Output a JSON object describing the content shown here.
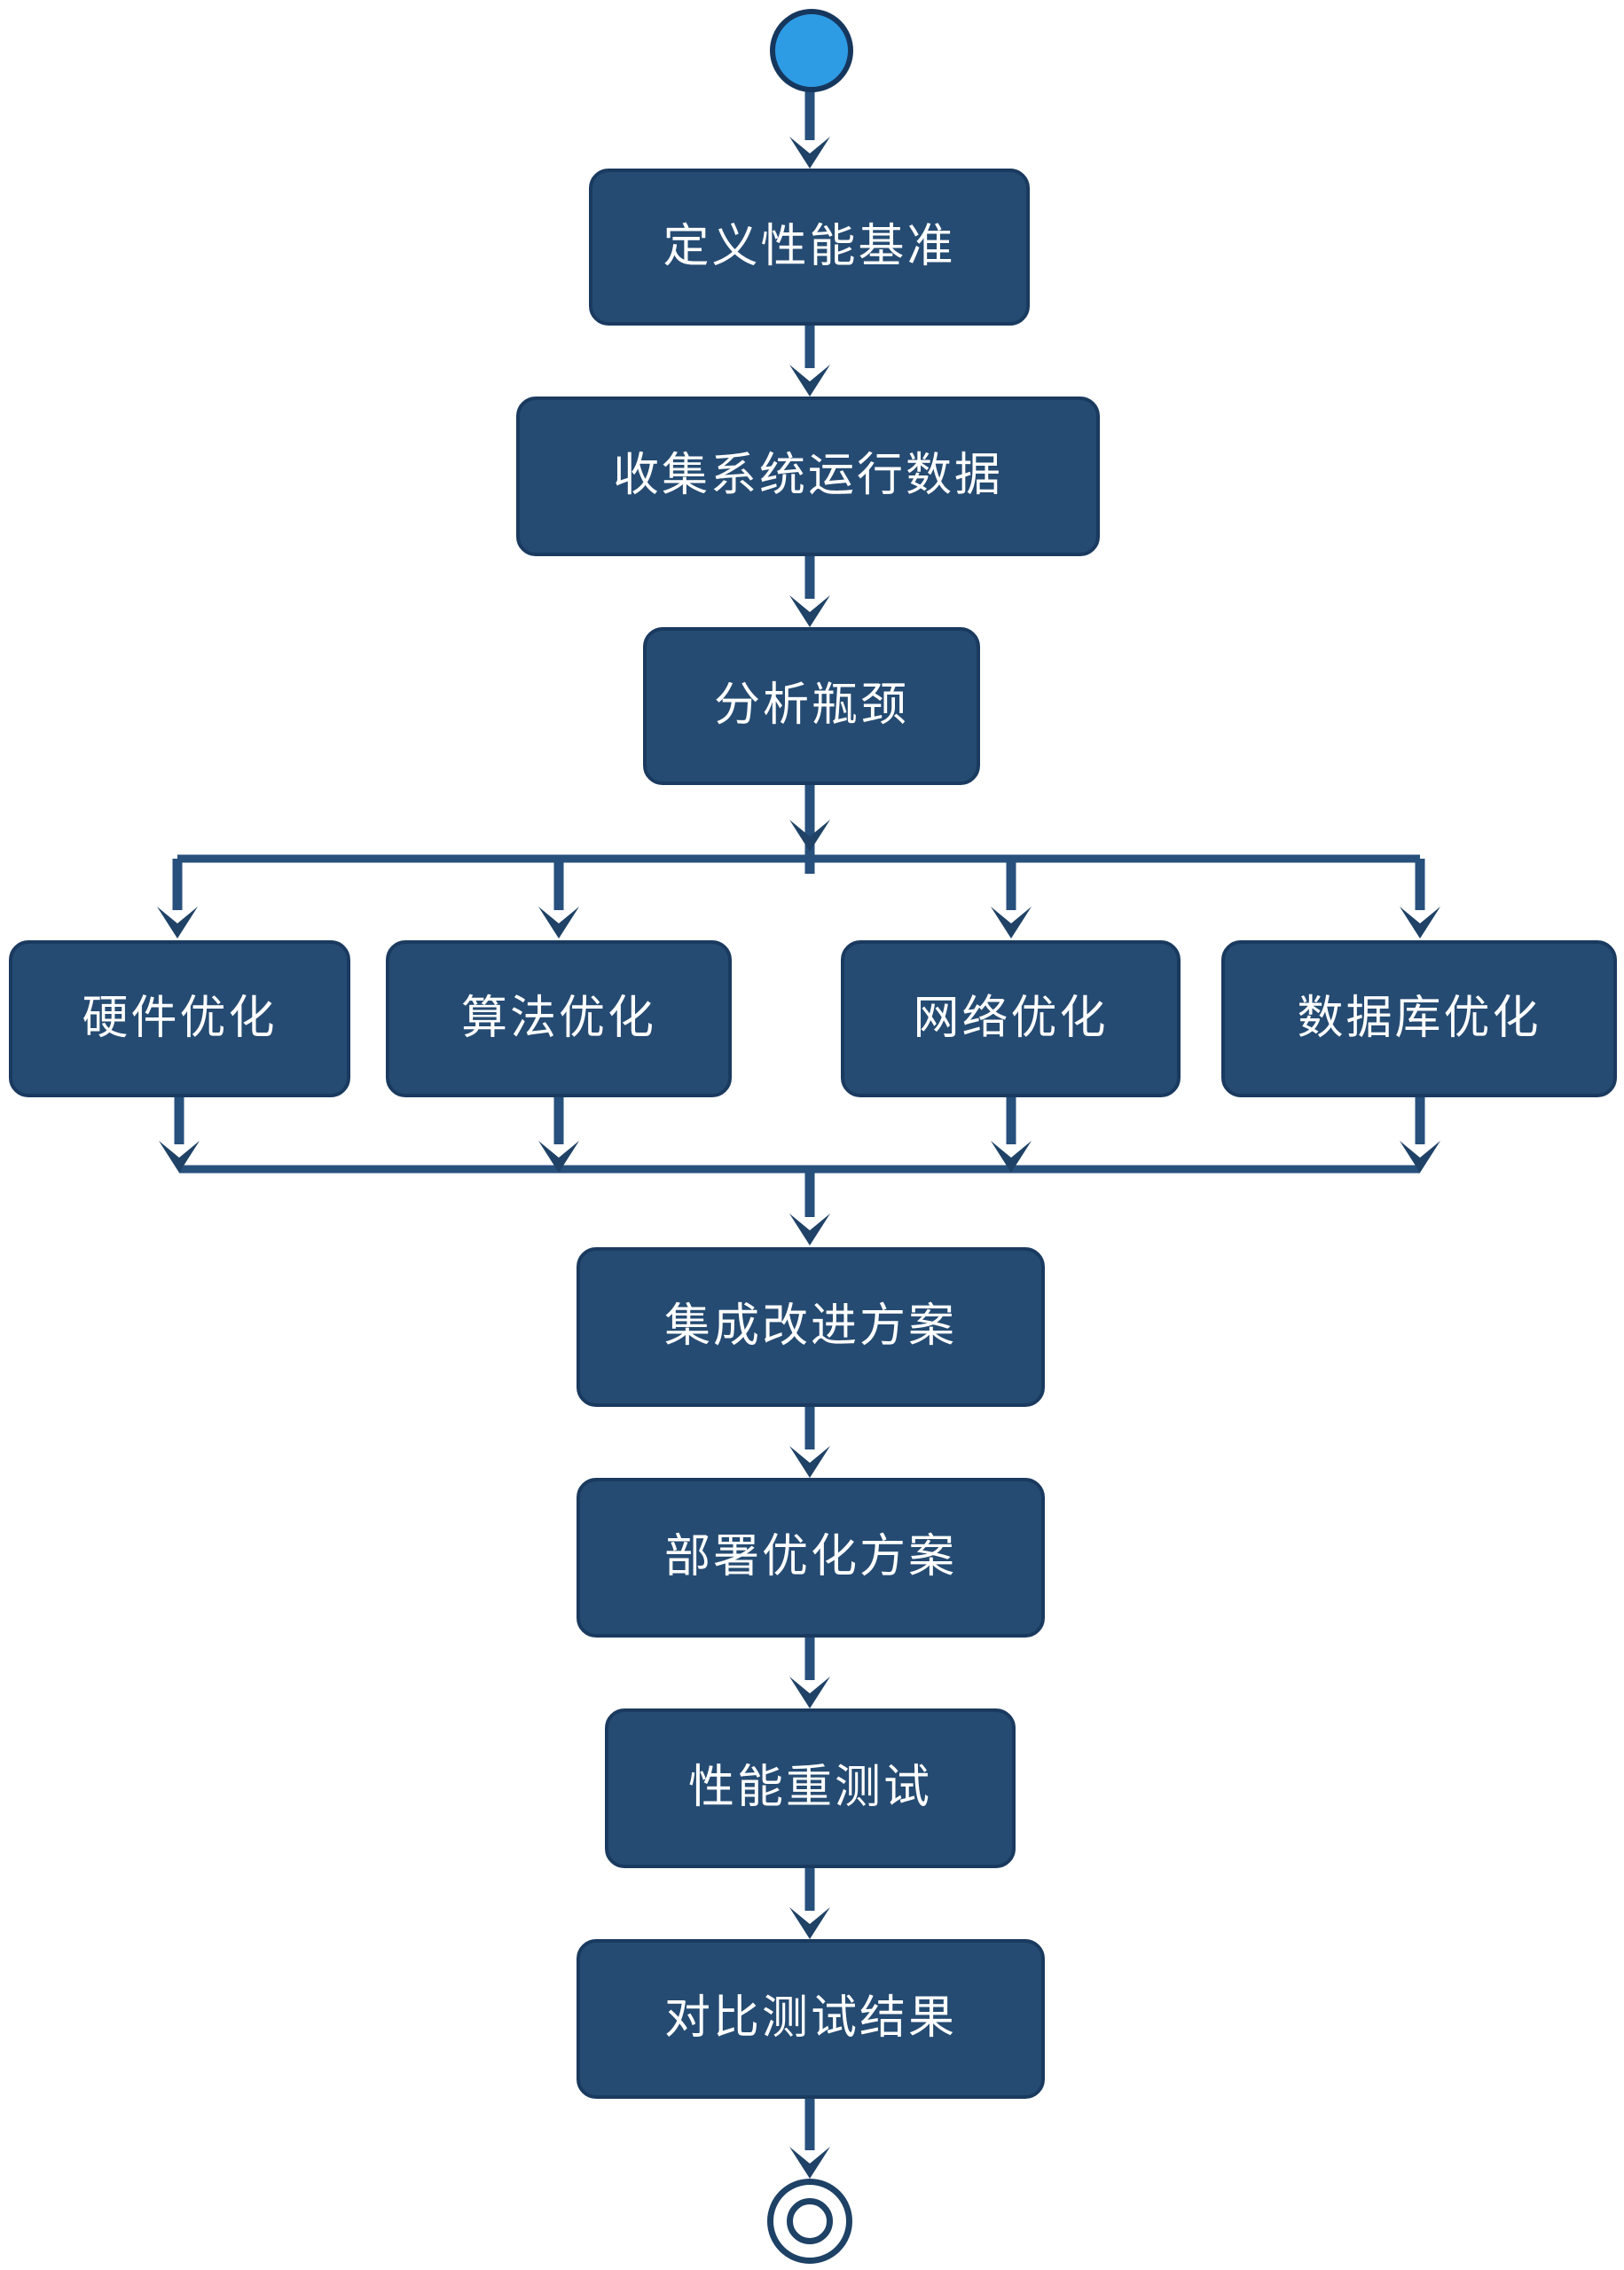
{
  "colors": {
    "node_fill": "#254B72",
    "node_border": "#1A3A5F",
    "connector": "#27507C",
    "connector_dark": "#1F4266",
    "start_fill": "#2E9BE5",
    "start_border": "#16375D",
    "end_stroke": "#1E4266",
    "text_color": "#FFFFFF",
    "canvas_bg": "#FFFFFF"
  },
  "diagram": {
    "type": "uml-activity-flowchart",
    "flow": "start -> 定义性能基准 -> 收集系统运行数据 -> 分析瓶颈 -> fork(硬件优化 | 算法优化 | 网络优化 | 数据库优化) -> join -> 集成改进方案 -> 部署优化方案 -> 性能重测试 -> 对比测试结果 -> end"
  },
  "nodes": [
    {
      "id": "define-baseline",
      "label": "定义性能基准"
    },
    {
      "id": "collect-runtime-data",
      "label": "收集系统运行数据"
    },
    {
      "id": "analyze-bottleneck",
      "label": "分析瓶颈"
    },
    {
      "id": "hardware-optimization",
      "label": "硬件优化"
    },
    {
      "id": "algorithm-optimization",
      "label": "算法优化"
    },
    {
      "id": "network-optimization",
      "label": "网络优化"
    },
    {
      "id": "database-optimization",
      "label": "数据库优化"
    },
    {
      "id": "integrate-improvements",
      "label": "集成改进方案"
    },
    {
      "id": "deploy-optimization",
      "label": "部署优化方案"
    },
    {
      "id": "performance-retest",
      "label": "性能重测试"
    },
    {
      "id": "compare-test-results",
      "label": "对比测试结果"
    }
  ]
}
